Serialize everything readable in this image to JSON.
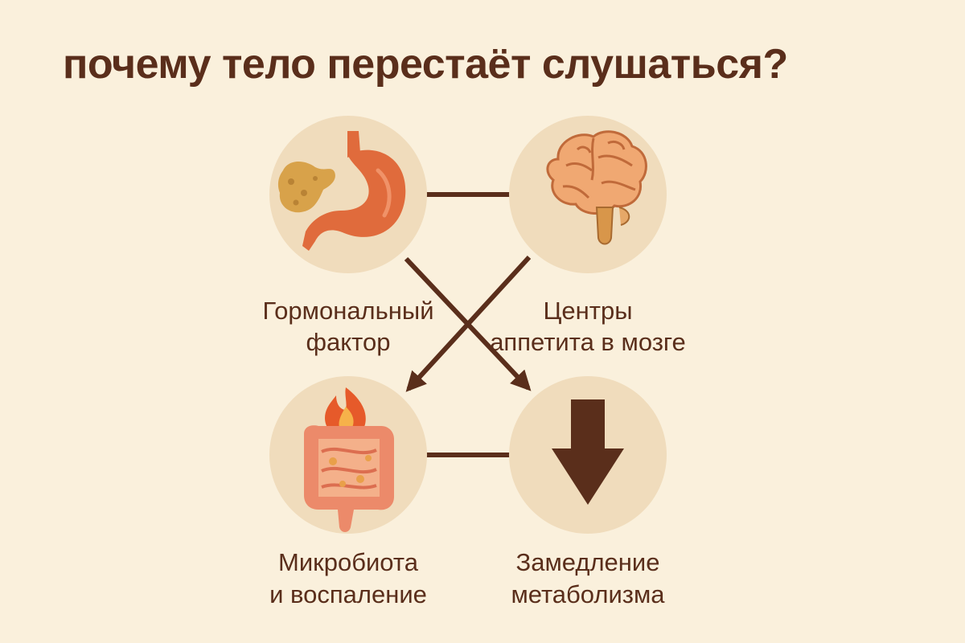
{
  "title": "почему тело перестаёт слушаться?",
  "colors": {
    "background": "#faf0dc",
    "circle": "#f0dcbc",
    "connector": "#5a2e1b",
    "text": "#5a2e1b",
    "organ_orange": "#e06b3c",
    "pancreas": "#d8a24a",
    "brain": "#f0a872",
    "intestine": "#ec8a6a",
    "flame": "#e65a2a"
  },
  "nodes": [
    {
      "id": "hormonal",
      "icon": "stomach-pancreas-icon",
      "label_lines": [
        "Гормональный",
        "фактор"
      ]
    },
    {
      "id": "appetite",
      "icon": "brain-icon",
      "label_lines": [
        "Центры",
        "аппетита в мозге"
      ]
    },
    {
      "id": "microbiota",
      "icon": "intestine-flame-icon",
      "label_lines": [
        "Микробиота",
        "и воспаление"
      ]
    },
    {
      "id": "metabolism",
      "icon": "down-arrow-icon",
      "label_lines": [
        "Замедление",
        "метаболизма"
      ]
    }
  ]
}
